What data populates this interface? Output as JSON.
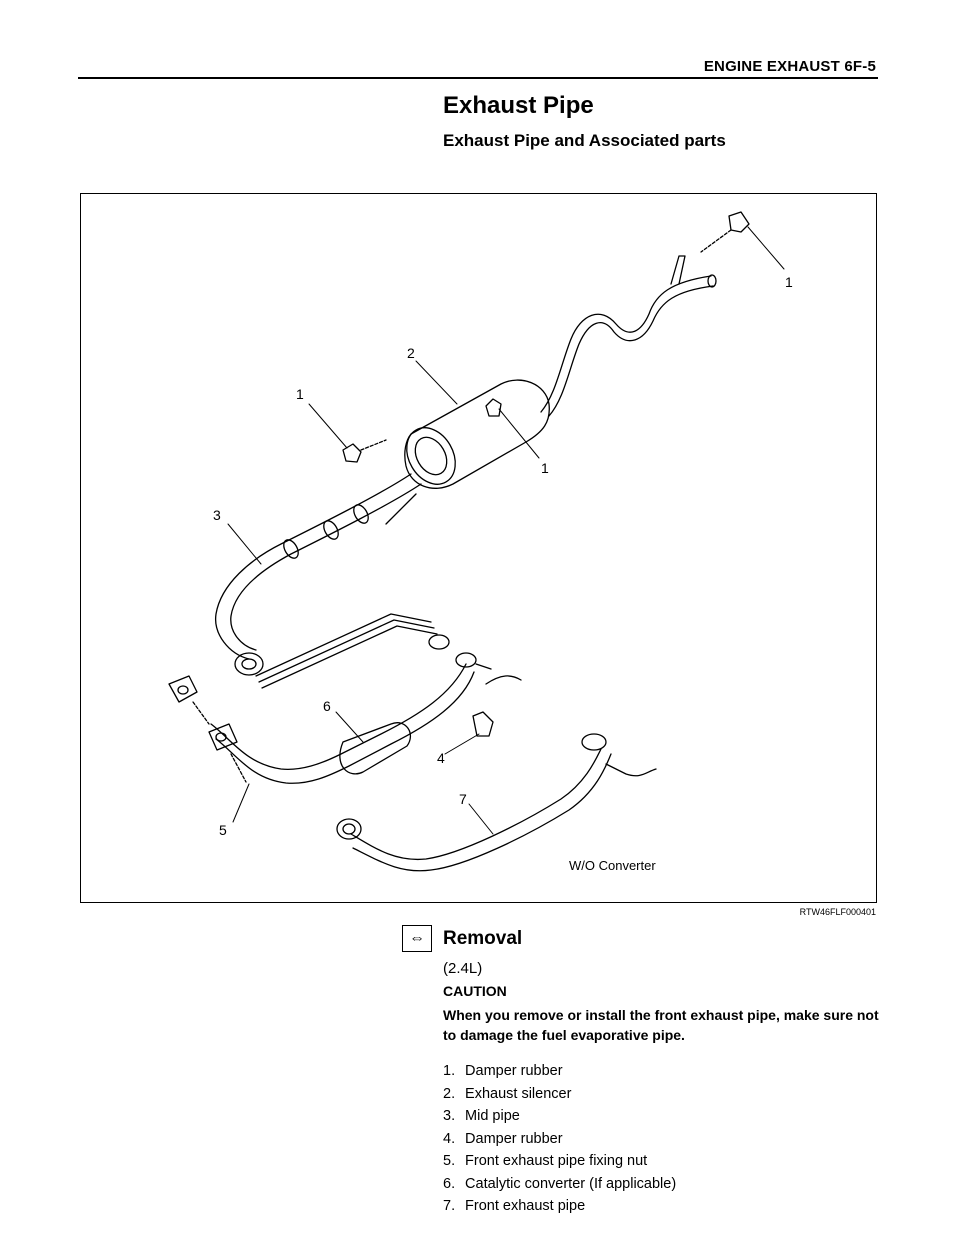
{
  "header": {
    "title": "ENGINE EXHAUST  6F-5"
  },
  "section": {
    "title": "Exhaust Pipe",
    "subtitle": "Exhaust Pipe and Associated parts"
  },
  "figure": {
    "callouts": [
      "1",
      "2",
      "1",
      "1",
      "3",
      "6",
      "4",
      "7",
      "5"
    ],
    "note": "W/O Converter",
    "reference": "RTW46FLF000401"
  },
  "removal": {
    "icon": "removal-arrows-icon",
    "icon_glyph": "⇔",
    "title": "Removal",
    "variant": "(2.4L)",
    "caution_label": "CAUTION",
    "caution_text": "When you remove or install the front exhaust pipe, make sure not to damage the fuel evaporative pipe."
  },
  "parts": [
    {
      "num": "1.",
      "name": "Damper rubber"
    },
    {
      "num": "2.",
      "name": "Exhaust silencer"
    },
    {
      "num": "3.",
      "name": "Mid pipe"
    },
    {
      "num": "4.",
      "name": "Damper rubber"
    },
    {
      "num": "5.",
      "name": "Front exhaust pipe fixing nut"
    },
    {
      "num": "6.",
      "name": "Catalytic converter (If applicable)"
    },
    {
      "num": "7.",
      "name": "Front exhaust pipe"
    }
  ]
}
